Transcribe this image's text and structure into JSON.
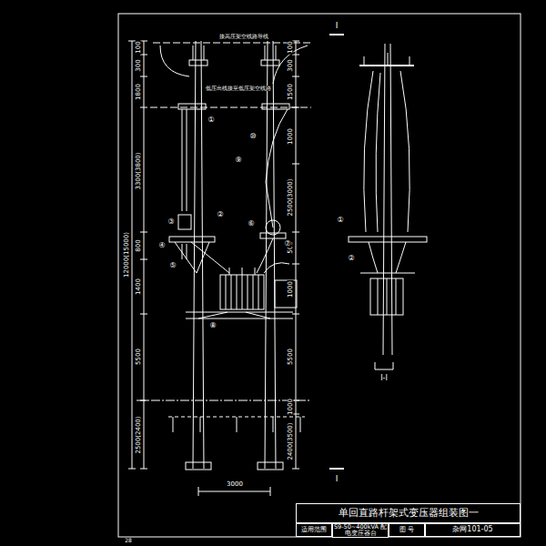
{
  "diagram": {
    "nodes": [
      {
        "text": [
          "单回直路杆架式变压器组装图一"
        ]
      },
      {
        "text": [
          "适用范围"
        ]
      },
      {
        "text": [
          "S9-50~400kVA 配电变压器台"
        ]
      },
      {
        "text": [
          "图 号"
        ]
      },
      {
        "text": [
          "杂网101-05"
        ]
      }
    ],
    "labels": [
      "接高压架空线路导线",
      "低压出线接至低压架空线路",
      "100",
      "300",
      "1800",
      "3300(3800)",
      "800",
      "1400",
      "5500",
      "2500(2400)",
      "12000(15000)",
      "100",
      "300",
      "1500",
      "1000",
      "2500(3000)",
      "500",
      "1000",
      "5500",
      "1000",
      "2400(3500)",
      "3000",
      "I",
      "I",
      "I-I",
      "①",
      "②",
      "③",
      "④",
      "⑤",
      "⑥",
      "⑦",
      "⑧",
      "⑨",
      "⑩",
      "①",
      "②",
      "28"
    ]
  }
}
